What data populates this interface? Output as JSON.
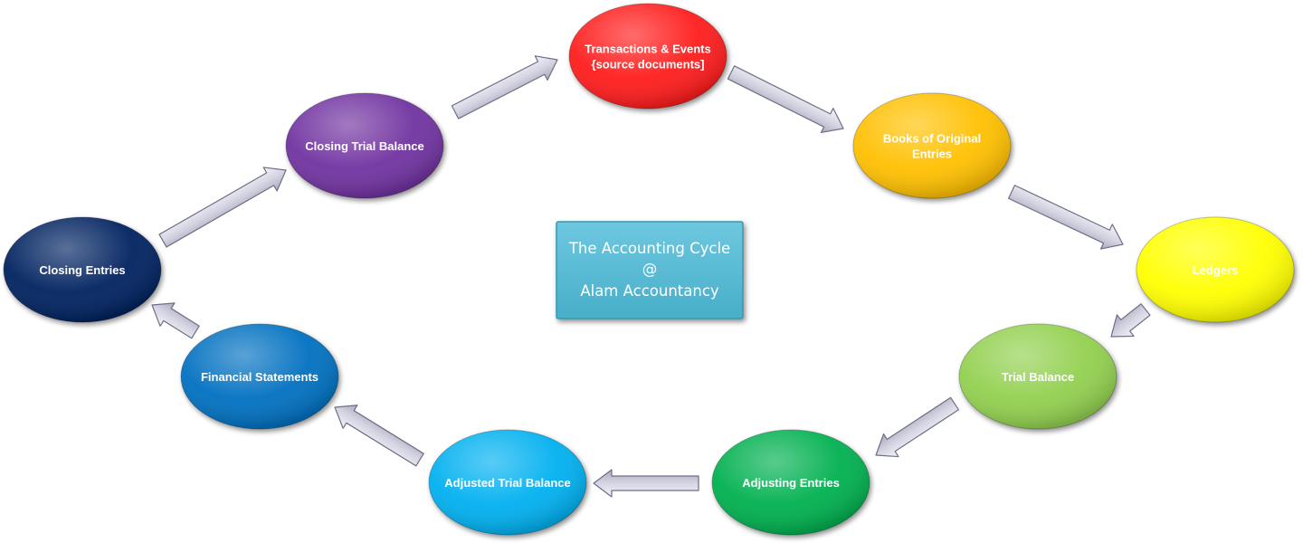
{
  "center": {
    "lines": [
      "The Accounting Cycle",
      "@",
      "Alam Accountancy"
    ],
    "color": "#5BBCD4"
  },
  "steps": [
    {
      "id": "transactions",
      "lines": [
        "Transactions & Events",
        "{source documents]"
      ],
      "color": "#FF1A1A"
    },
    {
      "id": "books-of-original-entries",
      "lines": [
        "Books of Original",
        "Entries"
      ],
      "color": "#FFC000"
    },
    {
      "id": "ledgers",
      "lines": [
        "Ledgers"
      ],
      "color": "#FFFF00",
      "text_color": "#1a1a1a"
    },
    {
      "id": "trial-balance",
      "lines": [
        "Trial Balance"
      ],
      "color": "#92D050"
    },
    {
      "id": "adjusting-entries",
      "lines": [
        "Adjusting Entries"
      ],
      "color": "#00B050"
    },
    {
      "id": "adjusted-trial-balance",
      "lines": [
        "Adjusted Trial Balance"
      ],
      "color": "#00B0F0"
    },
    {
      "id": "financial-statements",
      "lines": [
        "Financial Statements"
      ],
      "color": "#0070C0"
    },
    {
      "id": "closing-entries",
      "lines": [
        "Closing Entries"
      ],
      "color": "#002060"
    },
    {
      "id": "closing-trial-balance",
      "lines": [
        "Closing Trial Balance"
      ],
      "color": "#7030A0"
    }
  ],
  "arrow_color": "#C9C9D9"
}
